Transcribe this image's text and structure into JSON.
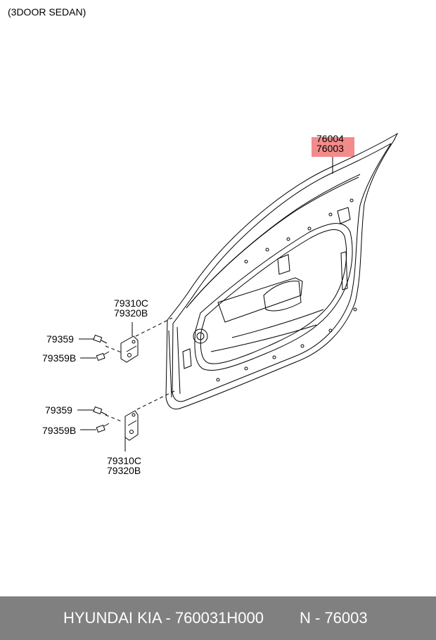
{
  "header": {
    "subtitle": "(3DOOR SEDAN)"
  },
  "highlight_color": "#f28b8b",
  "labels": {
    "door_upper": "76004",
    "door_lower": "76003",
    "upper_hinge_a": "79310C",
    "upper_hinge_b": "79320B",
    "upper_bolt": "79359",
    "upper_bolt_b": "79359B",
    "lower_bolt": "79359",
    "lower_bolt_b": "79359B",
    "lower_hinge_a": "79310C",
    "lower_hinge_b": "79320B"
  },
  "footer": {
    "brand_part": "HYUNDAI  KIA - 760031H000",
    "ref_number": "N - 76003"
  }
}
